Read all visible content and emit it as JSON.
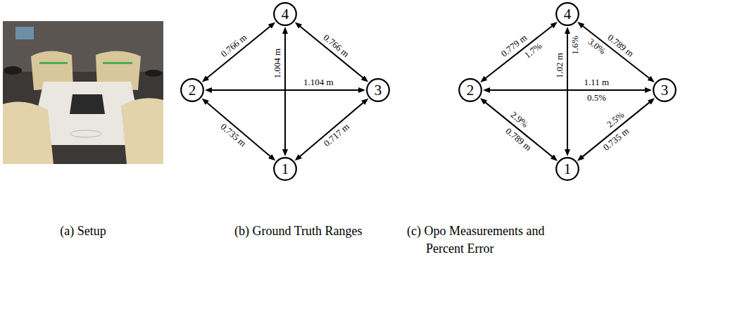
{
  "diagram": {
    "nodes": [
      {
        "text": [
          "4"
        ]
      },
      {
        "text": [
          "2"
        ]
      },
      {
        "text": [
          "3"
        ]
      },
      {
        "text": [
          "1"
        ]
      },
      {
        "text": [
          "4"
        ]
      },
      {
        "text": [
          "2"
        ]
      },
      {
        "text": [
          "3"
        ]
      },
      {
        "text": [
          "1"
        ]
      }
    ],
    "edges": [
      {
        "from": 0,
        "to": 1,
        "arrow": "both",
        "label": "0.766 m"
      },
      {
        "from": 0,
        "to": 2,
        "arrow": "both",
        "label": "0.766 m"
      },
      {
        "from": 0,
        "to": 3,
        "arrow": "both",
        "label": "1.004 m"
      },
      {
        "from": 1,
        "to": 2,
        "arrow": "both",
        "label": "1.104 m"
      },
      {
        "from": 1,
        "to": 3,
        "arrow": "both",
        "label": "0.735 m"
      },
      {
        "from": 2,
        "to": 3,
        "arrow": "both",
        "label": "0.717 m"
      },
      {
        "from": 4,
        "to": 5,
        "arrow": "both",
        "label": "0.779 m"
      },
      {
        "from": 4,
        "to": 6,
        "arrow": "both",
        "label": "0.789 m"
      },
      {
        "from": 4,
        "to": 7,
        "arrow": "both",
        "label": "1.02 m"
      },
      {
        "from": 5,
        "to": 6,
        "arrow": "both",
        "label": "1.11 m"
      },
      {
        "from": 5,
        "to": 7,
        "arrow": "both",
        "label": "0.789 m"
      },
      {
        "from": 6,
        "to": 7,
        "arrow": "both",
        "label": "0.735 m"
      }
    ],
    "labels": [
      "1.7%",
      "3.0%",
      "1.6%",
      "0.5%",
      "2.9%",
      "2.5%",
      "(a) Setup",
      "(b) Ground Truth Ranges",
      "(c) Opo Measurements and Percent Error"
    ]
  }
}
